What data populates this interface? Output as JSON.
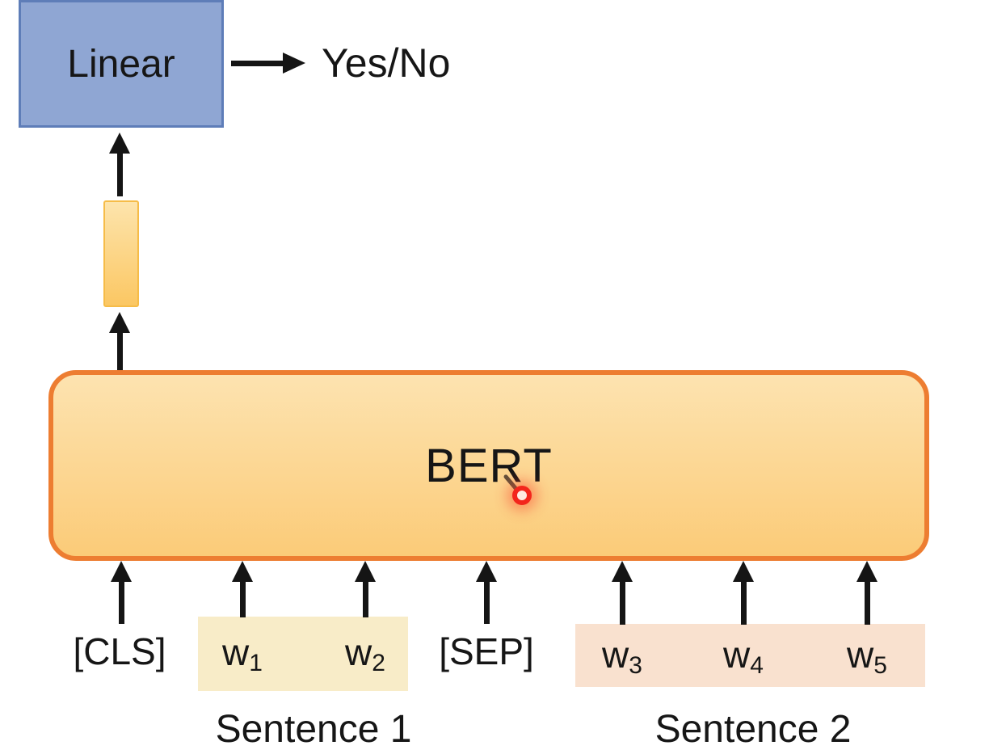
{
  "diagram": {
    "linear_box": {
      "label": "Linear"
    },
    "output": {
      "label": "Yes/No"
    },
    "bert_box": {
      "label": "BERT"
    },
    "tokens": [
      {
        "base": "[CLS]",
        "sub": ""
      },
      {
        "base": "w",
        "sub": "1"
      },
      {
        "base": "w",
        "sub": "2"
      },
      {
        "base": "[SEP]",
        "sub": ""
      },
      {
        "base": "w",
        "sub": "3"
      },
      {
        "base": "w",
        "sub": "4"
      },
      {
        "base": "w",
        "sub": "5"
      }
    ],
    "groups": [
      {
        "label": "Sentence 1"
      },
      {
        "label": "Sentence 2"
      }
    ],
    "colors": {
      "linear-fill": "#8FA6D3",
      "linear-border": "#5E7DB8",
      "bert-border": "#ED7D31",
      "bert-fill-top": "#FDE3B0",
      "bert-fill-bottom": "#FBCB78",
      "vector-fill-top": "#FDE4AC",
      "vector-fill-bottom": "#FBC763",
      "vector-border": "#F6BC48",
      "sentence1-highlight": "#F8ECC8",
      "sentence2-highlight": "#F9E1CF",
      "arrow": "#151515",
      "pointer-red": "#F3251C"
    }
  }
}
